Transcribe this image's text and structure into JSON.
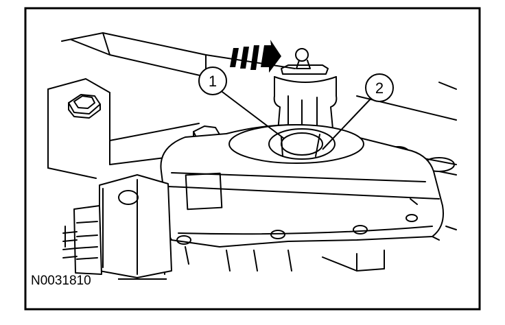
{
  "figure": {
    "figure_id": "N0031810",
    "callouts": [
      "1",
      "2"
    ]
  }
}
